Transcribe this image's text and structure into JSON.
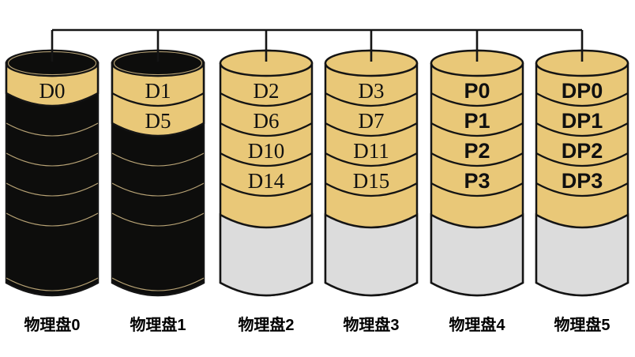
{
  "colors": {
    "band": "#e9c878",
    "gray": "#dcdcdc",
    "dark": "#0d0d0c",
    "line": "#141414",
    "faint": "#d8c08a",
    "bg": "#ffffff"
  },
  "disks": [
    {
      "name": "物理盘0",
      "blocks": [
        "D0"
      ]
    },
    {
      "name": "物理盘1",
      "blocks": [
        "D1",
        "D5"
      ]
    },
    {
      "name": "物理盘2",
      "blocks": [
        "D2",
        "D6",
        "D10",
        "D14"
      ]
    },
    {
      "name": "物理盘3",
      "blocks": [
        "D3",
        "D7",
        "D11",
        "D15"
      ]
    },
    {
      "name": "物理盘4",
      "blocks": [
        "P0",
        "P1",
        "P2",
        "P3"
      ]
    },
    {
      "name": "物理盘5",
      "blocks": [
        "DP0",
        "DP1",
        "DP2",
        "DP3"
      ]
    }
  ]
}
